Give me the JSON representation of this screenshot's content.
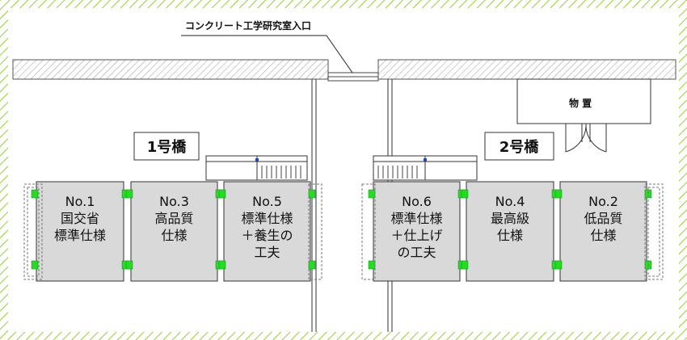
{
  "entrance_label": "コンクリート工学研究室入口",
  "storage_label": "物 置",
  "bridges": [
    {
      "label": "1号橋"
    },
    {
      "label": "2号橋"
    }
  ],
  "slabs": [
    {
      "lines": [
        "No.1",
        "国交省",
        "標準仕様"
      ]
    },
    {
      "lines": [
        "No.3",
        "高品質",
        "仕様"
      ]
    },
    {
      "lines": [
        "No.5",
        "標準仕様",
        "＋養生の",
        "工夫"
      ]
    },
    {
      "lines": [
        "No.6",
        "標準仕様",
        "＋仕上げ",
        "の工夫"
      ]
    },
    {
      "lines": [
        "No.4",
        "最高級",
        "仕様"
      ]
    },
    {
      "lines": [
        "No.2",
        "低品質",
        "仕様"
      ]
    }
  ],
  "colors": {
    "border_stripe": "#9acd32",
    "slab_fill": "#d9d9d9",
    "bearing_green": "#22dd22",
    "wall_hatch": "#888888"
  }
}
